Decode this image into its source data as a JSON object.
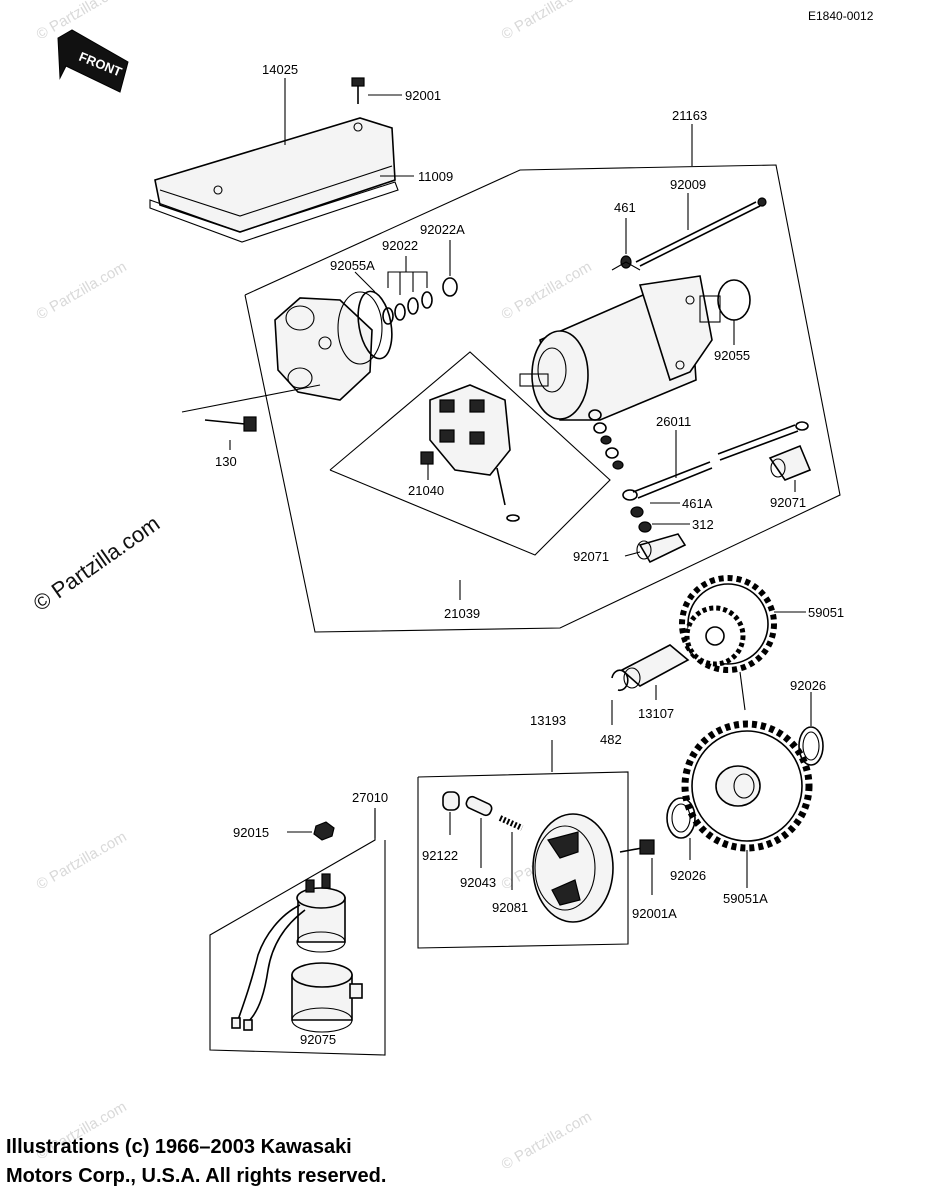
{
  "diagram_id": "E1840-0012",
  "front_label": "FRONT",
  "watermark_main": "© Partzilla.com",
  "watermark_faint": "© Partzilla.com",
  "copyright": {
    "line1": "Illustrations (c) 1966–2003 Kawasaki",
    "line2": "Motors Corp., U.S.A.  All rights reserved."
  },
  "parts": {
    "p14025": "14025",
    "p92001": "92001",
    "p11009": "11009",
    "p21163": "21163",
    "p92009": "92009",
    "p461": "461",
    "p92022A": "92022A",
    "p92022": "92022",
    "p92055A": "92055A",
    "p92055": "92055",
    "p130": "130",
    "p26011": "26011",
    "p21040": "21040",
    "p461A": "461A",
    "p92071a": "92071",
    "p312": "312",
    "p92071b": "92071",
    "p21039": "21039",
    "p59051": "59051",
    "p92026a": "92026",
    "p482": "482",
    "p13107": "13107",
    "p13193": "13193",
    "p27010": "27010",
    "p92015": "92015",
    "p92122": "92122",
    "p92043": "92043",
    "p92081": "92081",
    "p92001A": "92001A",
    "p92026b": "92026",
    "p59051A": "59051A",
    "p92075": "92075"
  }
}
